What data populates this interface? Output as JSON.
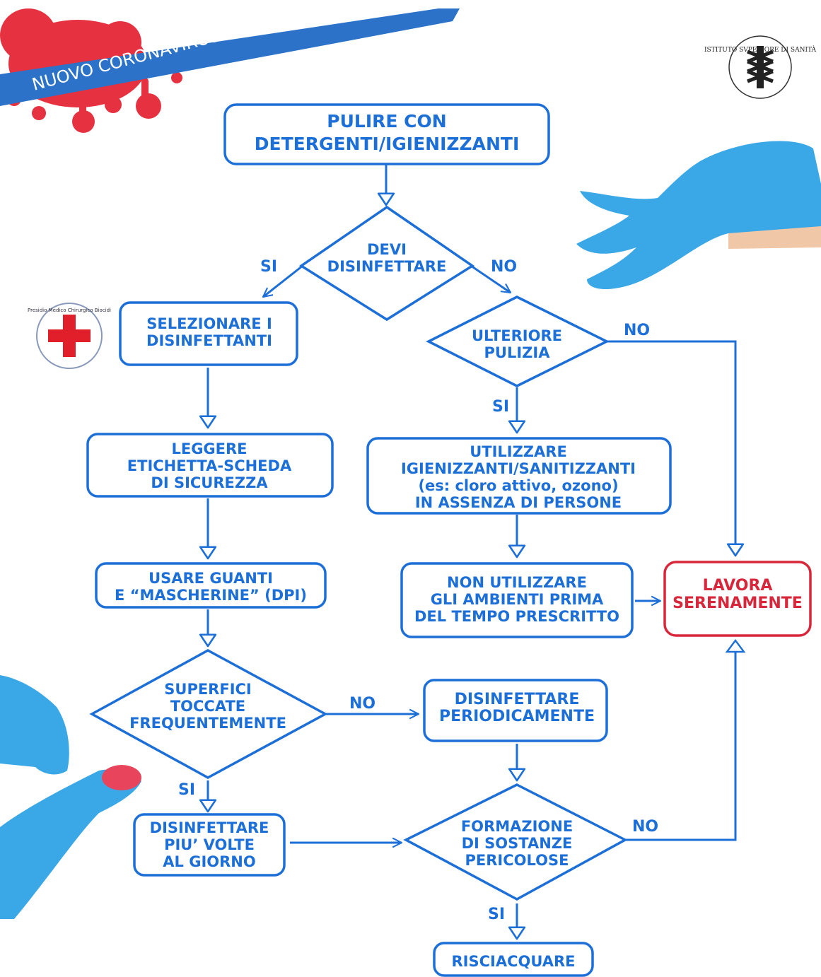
{
  "header": {
    "banner_text": "NUOVO CORONAVIRUS",
    "logo_iss": "ISTITUTO SVPERIORE DI SANITÀ",
    "logo_presidio": "Presidio Medico Chirurgico Biocidi"
  },
  "colors": {
    "blue": "#1d6fd8",
    "red": "#d8273a",
    "glove": "#3aa7e6",
    "text_blue": "#1d6fd8"
  },
  "nodes": {
    "pulire": [
      "PULIRE CON",
      "DETERGENTI/IGIENIZZANTI"
    ],
    "devi": [
      "DEVI",
      "DISINFETTARE"
    ],
    "selezionare": [
      "SELEZIONARE I",
      "DISINFETTANTI"
    ],
    "ulteriore": [
      "ULTERIORE",
      "PULIZIA"
    ],
    "leggere": [
      "LEGGERE",
      "ETICHETTA-SCHEDA",
      "DI SICUREZZA"
    ],
    "utilizzare": [
      "UTILIZZARE",
      "IGIENIZZANTI/SANITIZZANTI",
      "(es: cloro attivo, ozono)",
      "IN ASSENZA DI PERSONE"
    ],
    "usare": [
      "USARE GUANTI",
      "E “MASCHERINE” (DPI)"
    ],
    "non_utilizzare": [
      "NON UTILIZZARE",
      "GLI AMBIENTI PRIMA",
      "DEL TEMPO PRESCRITTO"
    ],
    "lavora": [
      "LAVORA",
      "SERENAMENTE"
    ],
    "superfici": [
      "SUPERFICI",
      "TOCCATE",
      "FREQUENTEMENTE"
    ],
    "disinfettare_periodicamente": [
      "DISINFETTARE",
      "PERIODICAMENTE"
    ],
    "disinfettare_piu": [
      "DISINFETTARE",
      "PIU’ VOLTE",
      "AL GIORNO"
    ],
    "formazione": [
      "FORMAZIONE",
      "DI SOSTANZE",
      "PERICOLOSE"
    ],
    "risciacquare": [
      "RISCIACQUARE"
    ]
  },
  "edge_labels": {
    "devi_si": "SI",
    "devi_no": "NO",
    "ulteriore_no": "NO",
    "ulteriore_si": "SI",
    "superfici_no": "NO",
    "superfici_si": "SI",
    "formazione_no": "NO",
    "formazione_si": "SI"
  }
}
